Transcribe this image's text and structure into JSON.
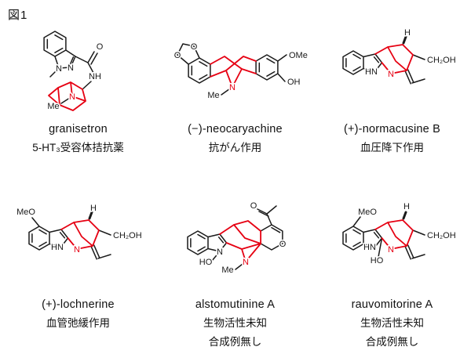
{
  "figure_label": "図1",
  "colors": {
    "highlight_red": "#e60012",
    "bond_black": "#1a1a1a"
  },
  "compounds": [
    {
      "name": "granisetron",
      "activity_line1": "5-HT₃受容体拮抗薬",
      "activity_line2": "",
      "atoms": {
        "n1": "N",
        "n2": "N",
        "carbonyl_o": "O",
        "amide_nh": "NH",
        "bridge_n": "N",
        "n_methyl": "Me"
      }
    },
    {
      "name": "(−)-neocaryachine",
      "activity_line1": "抗がん作用",
      "activity_line2": "",
      "atoms": {
        "dioxole_o1": "O",
        "dioxole_o2": "O",
        "methoxy": "OMe",
        "hydroxy": "OH",
        "bridge_n": "N",
        "n_methyl": "Me"
      }
    },
    {
      "name": "(+)-normacusine B",
      "activity_line1": "血圧降下作用",
      "activity_line2": "",
      "atoms": {
        "indole_nh": "HN",
        "stereo_h": "H",
        "hydroxymethyl": "CH₂OH",
        "bridge_n": "N"
      }
    },
    {
      "name": "(+)-lochnerine",
      "activity_line1": "血管弛緩作用",
      "activity_line2": "",
      "atoms": {
        "methoxy": "MeO",
        "indole_nh": "HN",
        "stereo_h": "H",
        "hydroxymethyl": "CH₂OH",
        "bridge_n": "N"
      }
    },
    {
      "name": "alstomutinine A",
      "activity_line1": "生物活性未知",
      "activity_line2": "合成例無し",
      "atoms": {
        "acetyl_o": "O",
        "pyran_o": "O",
        "n_hydroxymethyl": "HO",
        "indole_n": "N",
        "bridge_n": "N",
        "n_methyl": "Me"
      }
    },
    {
      "name": "rauvomitorine A",
      "activity_line1": "生物活性未知",
      "activity_line2": "合成例無し",
      "atoms": {
        "methoxy": "MeO",
        "indole_nh": "HN",
        "hydroxy": "HO",
        "stereo_h": "H",
        "hydroxymethyl": "CH₂OH",
        "bridge_n": "N"
      }
    }
  ]
}
